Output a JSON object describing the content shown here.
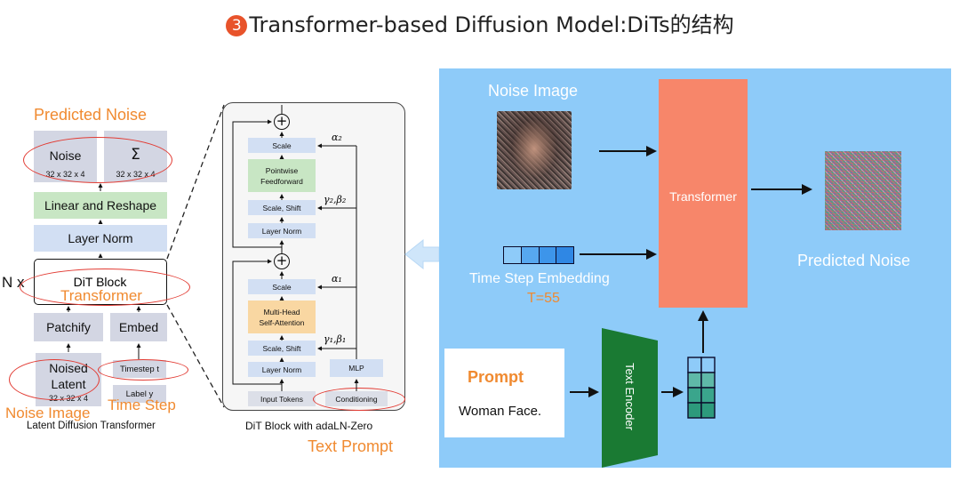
{
  "title": {
    "number": "3",
    "text": "Transformer-based Diffusion Model:DiTs的结构"
  },
  "left_diagram": {
    "predicted_noise_label": "Predicted Noise",
    "noise": {
      "label": "Noise",
      "dims": "32 x 32 x 4"
    },
    "sigma": {
      "label": "Σ",
      "dims": "32 x 32 x 4"
    },
    "linear_reshape": "Linear and Reshape",
    "layer_norm": "Layer Norm",
    "n_x": "N x",
    "dit_block": "DiT Block",
    "transformer_label": "Transformer",
    "patchify": "Patchify",
    "embed": "Embed",
    "noised_latent": {
      "line1": "Noised",
      "line2": "Latent",
      "dims": "32 x 32 x 4"
    },
    "timestep": "Timestep t",
    "label_y": "Label y",
    "noise_image_label": "Noise Image",
    "time_step_label": "Time Step",
    "caption": "Latent Diffusion Transformer"
  },
  "middle_diagram": {
    "scale_top": "Scale",
    "pointwise": {
      "line1": "Pointwise",
      "line2": "Feedforward"
    },
    "scale_shift_top": "Scale, Shift",
    "layer_norm_top": "Layer Norm",
    "scale_mid": "Scale",
    "mhsa": {
      "line1": "Multi-Head",
      "line2": "Self-Attention"
    },
    "scale_shift_bottom": "Scale, Shift",
    "layer_norm_bottom": "Layer Norm",
    "input_tokens": "Input Tokens",
    "mlp": "MLP",
    "conditioning": "Conditioning",
    "alpha2": "α₂",
    "gamma2_beta2": "γ₂,β₂",
    "alpha1": "α₁",
    "gamma1_beta1": "γ₁,β₁",
    "plus": "+",
    "caption": "DiT Block with adaLN-Zero",
    "text_prompt_label": "Text Prompt"
  },
  "right_panel": {
    "noise_image_label": "Noise Image",
    "transformer": "Transformer",
    "predicted_noise": "Predicted Noise",
    "time_step_embedding": "Time Step Embedding",
    "t_value": "T=55",
    "prompt_title": "Prompt",
    "prompt_text": "Woman Face.",
    "text_encoder": "Text Encoder"
  },
  "colors": {
    "panel_bg": "#8ecbf9",
    "transformer": "#f7866a",
    "encoder": "#1a7a33",
    "accent_orange": "#f08a30",
    "annotation_red": "#e23b33"
  }
}
